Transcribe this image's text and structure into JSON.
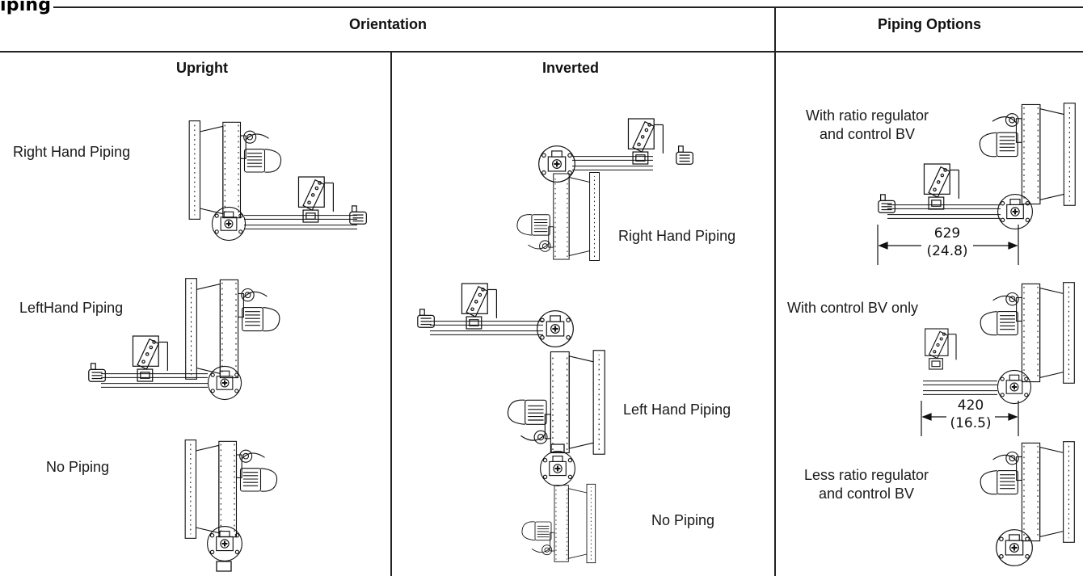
{
  "section_title": "iping",
  "headers": {
    "orientation": "Orientation",
    "piping_options": "Piping Options",
    "upright": "Upright",
    "inverted": "Inverted"
  },
  "upright": {
    "right_hand": "Right Hand Piping",
    "left_hand": "LeftHand Piping",
    "no_piping": "No Piping"
  },
  "inverted": {
    "right_hand": "Right Hand Piping",
    "left_hand": "Left Hand Piping",
    "no_piping": "No Piping"
  },
  "options": {
    "ratio_and_bv": "With ratio regulator\nand control BV",
    "bv_only": "With control BV only",
    "less_ratio": "Less ratio regulator\nand control BV"
  },
  "dimensions": {
    "opt1_mm": "629",
    "opt1_in": "(24.8)",
    "opt2_mm": "420",
    "opt2_in": "(16.5)"
  }
}
